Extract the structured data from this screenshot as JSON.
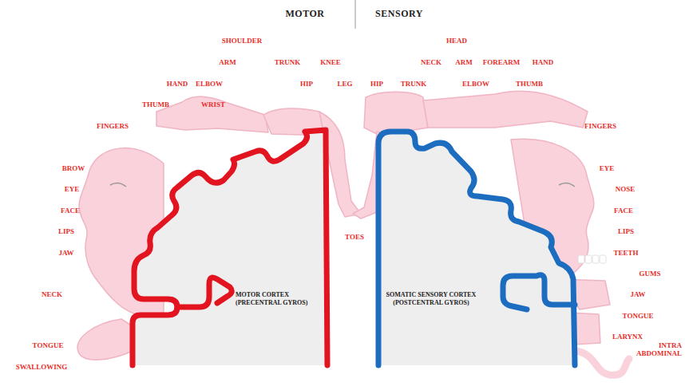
{
  "diagram": {
    "nodes": [
      {
        "text": [
          "MOTOR CORTEX (PRECENTRAL GYROS)"
        ]
      },
      {
        "text": [
          "SOMATIC SENSORY CORTEX (POSTCENTRAL GYROS)"
        ]
      }
    ],
    "labels": [
      "MOTOR",
      "SENSORY",
      "SHOULDER",
      "ARM",
      "TRUNK",
      "KNEE",
      "HAND",
      "ELBOW",
      "HIP",
      "LEG",
      "THUMB",
      "WRIST",
      "FINGERS",
      "BROW",
      "EYE",
      "FACE",
      "LIPS",
      "JAW",
      "NECK",
      "TONGUE",
      "SWALLOWING",
      "HEAD",
      "NECK",
      "ARM",
      "FOREARM",
      "HAND",
      "HIP",
      "TRUNK",
      "ELBOW",
      "THUMB",
      "FINGERS",
      "TOES",
      "EYE",
      "NOSE",
      "FACE",
      "LIPS",
      "TEETH",
      "GUMS",
      "JAW",
      "TONGUE",
      "LARYNX",
      "INTRA ABDOMINAL"
    ]
  }
}
